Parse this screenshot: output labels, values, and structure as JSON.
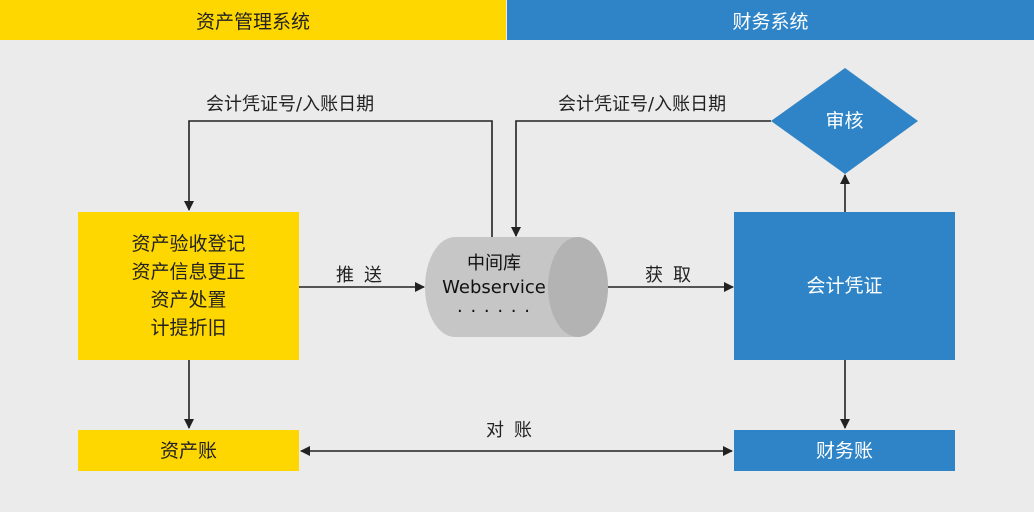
{
  "headers": {
    "left": "资产管理系统",
    "right": "财务系统"
  },
  "asset_box": {
    "lines": [
      "资产验收登记",
      "资产信息更正",
      "资产处置",
      "计提折旧"
    ]
  },
  "middle_db": {
    "line1": "中间库",
    "line2": "Webservice",
    "line3": "· · · · · ·"
  },
  "voucher_box": {
    "label": "会计凭证"
  },
  "review_diamond": {
    "label": "审核"
  },
  "asset_ledger": {
    "label": "资产账"
  },
  "finance_ledger": {
    "label": "财务账"
  },
  "edges": {
    "push": "推送",
    "fetch": "获取",
    "reconcile": "对账",
    "voucher_back_left": "会计凭证号/入账日期",
    "voucher_back_right": "会计凭证号/入账日期"
  },
  "colors": {
    "yellow": "#ffd700",
    "blue": "#2e84c6",
    "cylinder": "#c6c6c6",
    "background": "#ebebeb"
  }
}
